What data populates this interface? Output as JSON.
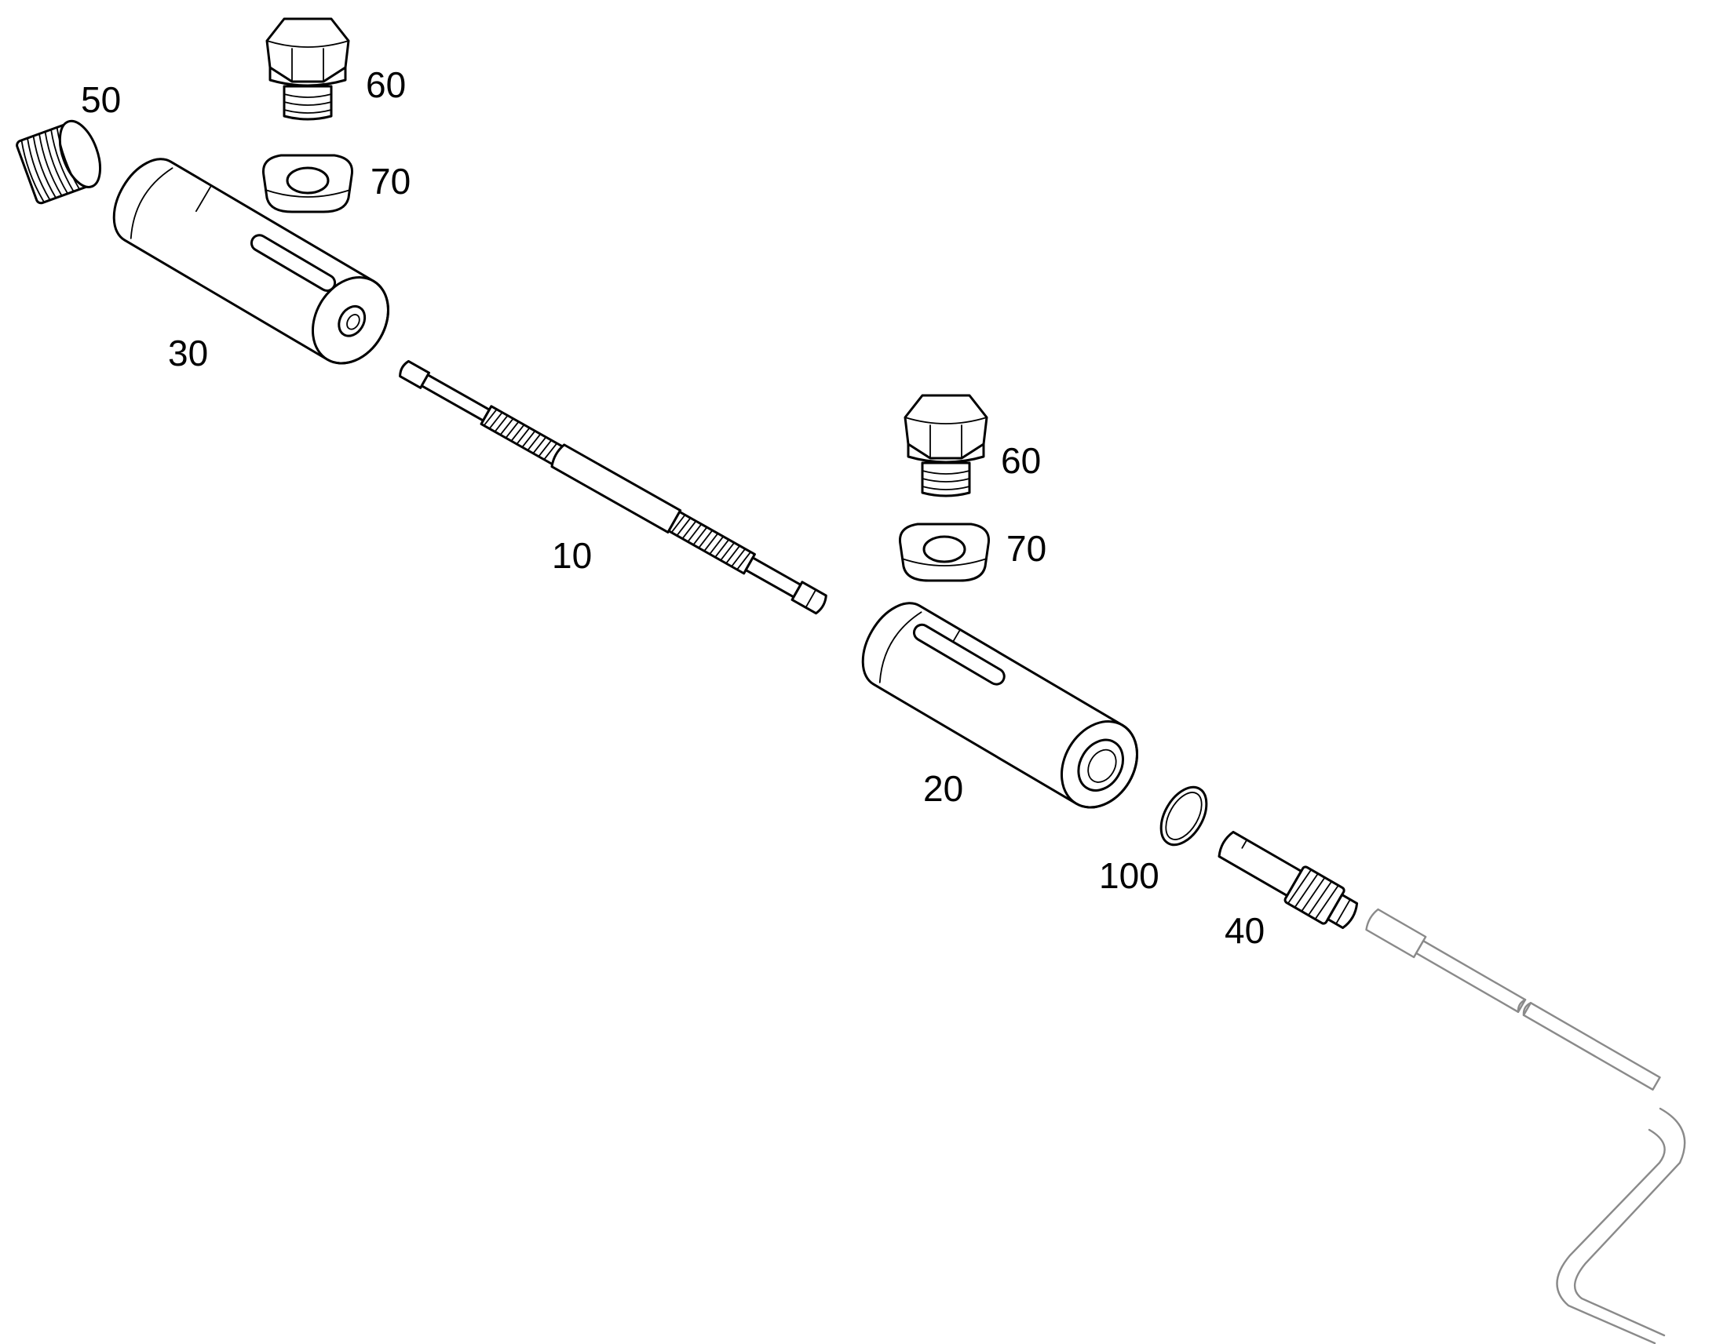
{
  "callouts": {
    "c50": "50",
    "c60a": "60",
    "c70a": "70",
    "c30": "30",
    "c10": "10",
    "c60b": "60",
    "c70b": "70",
    "c20": "20",
    "c100": "100",
    "c40": "40"
  },
  "colors": {
    "line": "#000000",
    "ghost_line": "#8a8a8a",
    "background": "#ffffff"
  }
}
